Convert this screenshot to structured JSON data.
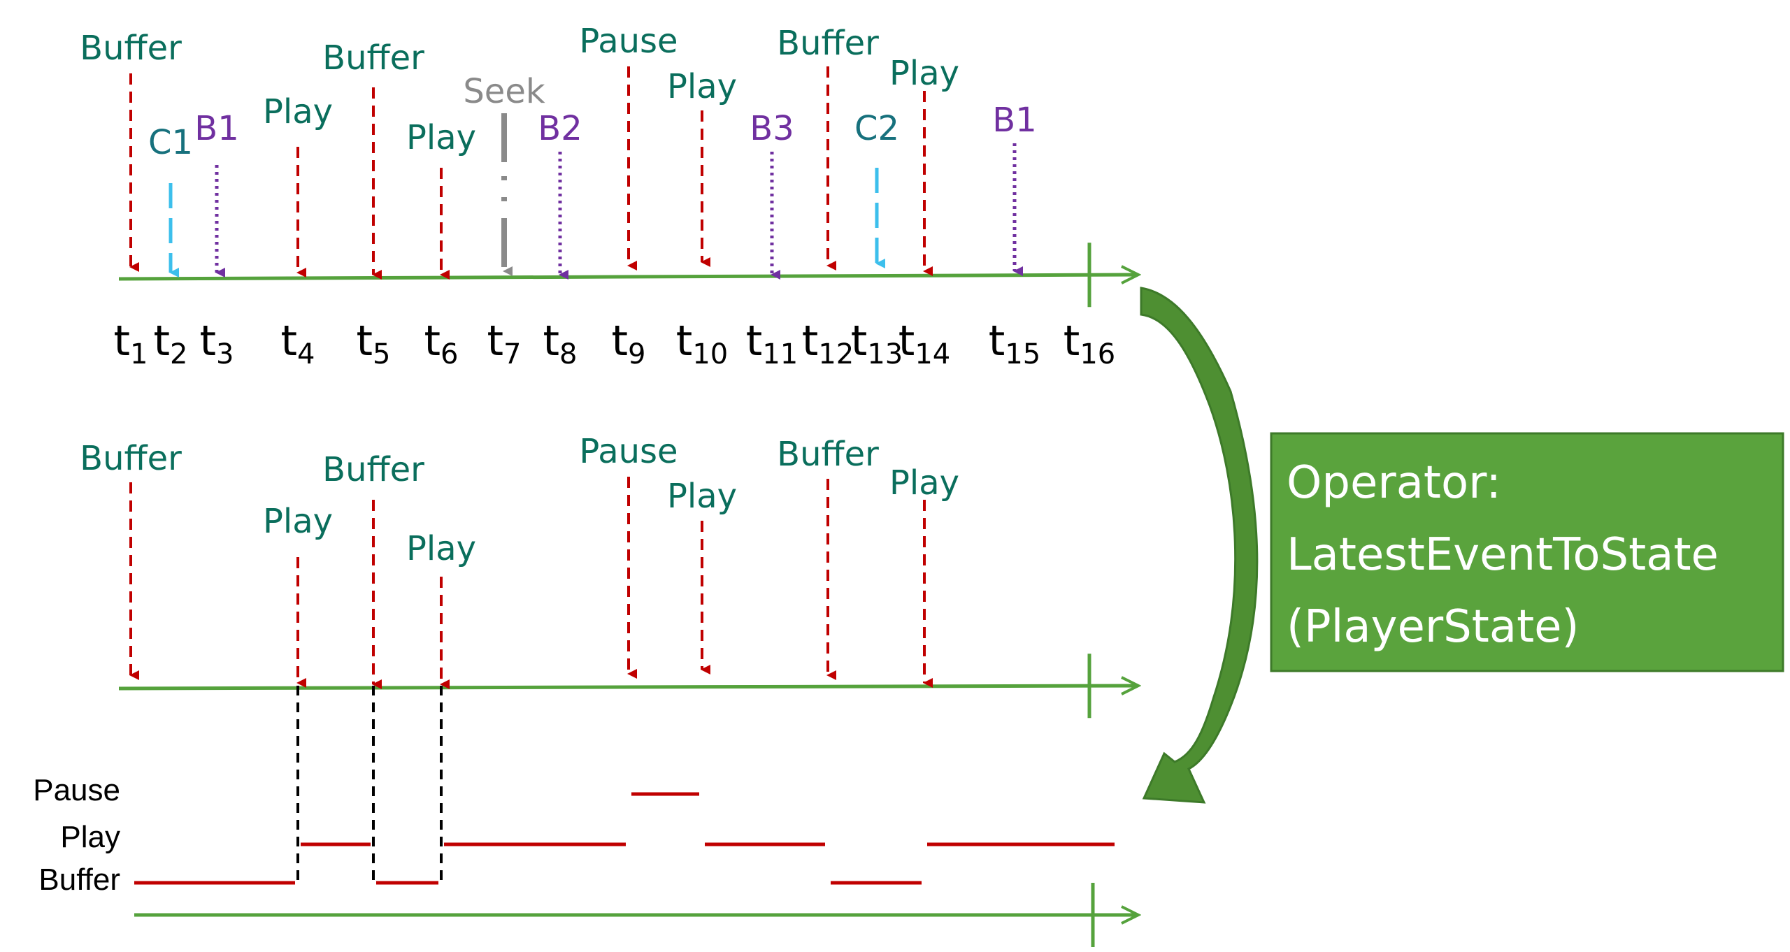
{
  "colors": {
    "axis": "#55a23c",
    "player_arrow": "#c00000",
    "player_label": "#0a6e5c",
    "cdn_arrow": "#3cbfec",
    "cdn_label": "#17717d",
    "bitrate_arrow": "#7030a0",
    "bitrate_label": "#7030a0",
    "seek": "#8a8a8a",
    "operator_fill": "#5aa33d",
    "operator_border": "#3d7a29",
    "curve_arrow": "#4e8f32",
    "state_line": "#c00000",
    "state_guide": "#000000"
  },
  "input_events": [
    {
      "label": "Buffer",
      "kind": "player",
      "t": 1
    },
    {
      "label": "C1",
      "kind": "cdn",
      "t": 2
    },
    {
      "label": "B1",
      "kind": "bitrate",
      "t": 3
    },
    {
      "label": "Play",
      "kind": "player",
      "t": 4
    },
    {
      "label": "Buffer",
      "kind": "player",
      "t": 5
    },
    {
      "label": "Play",
      "kind": "player",
      "t": 6
    },
    {
      "label": "Seek",
      "kind": "seek",
      "t": 7
    },
    {
      "label": "B2",
      "kind": "bitrate",
      "t": 8
    },
    {
      "label": "Pause",
      "kind": "player",
      "t": 9
    },
    {
      "label": "Play",
      "kind": "player",
      "t": 10
    },
    {
      "label": "B3",
      "kind": "bitrate",
      "t": 11
    },
    {
      "label": "Buffer",
      "kind": "player",
      "t": 12
    },
    {
      "label": "C2",
      "kind": "cdn",
      "t": 13
    },
    {
      "label": "Play",
      "kind": "player",
      "t": 14
    },
    {
      "label": "B1",
      "kind": "bitrate",
      "t": 15
    }
  ],
  "time_labels": [
    {
      "base": "t",
      "sub": "1"
    },
    {
      "base": "t",
      "sub": "2"
    },
    {
      "base": "t",
      "sub": "3"
    },
    {
      "base": "t",
      "sub": "4"
    },
    {
      "base": "t",
      "sub": "5"
    },
    {
      "base": "t",
      "sub": "6"
    },
    {
      "base": "t",
      "sub": "7"
    },
    {
      "base": "t",
      "sub": "8"
    },
    {
      "base": "t",
      "sub": "9"
    },
    {
      "base": "t",
      "sub": "10"
    },
    {
      "base": "t",
      "sub": "11"
    },
    {
      "base": "t",
      "sub": "12"
    },
    {
      "base": "t",
      "sub": "13"
    },
    {
      "base": "t",
      "sub": "14"
    },
    {
      "base": "t",
      "sub": "15"
    },
    {
      "base": "t",
      "sub": "16"
    }
  ],
  "filtered_events": [
    {
      "label": "Buffer",
      "t": 1
    },
    {
      "label": "Play",
      "t": 4
    },
    {
      "label": "Buffer",
      "t": 5
    },
    {
      "label": "Play",
      "t": 6
    },
    {
      "label": "Pause",
      "t": 9
    },
    {
      "label": "Play",
      "t": 10
    },
    {
      "label": "Buffer",
      "t": 12
    },
    {
      "label": "Play",
      "t": 14
    }
  ],
  "operator": {
    "line1": "Operator:",
    "line2": "LatestEventToState",
    "line3": "(PlayerState)"
  },
  "state_levels": [
    "Pause",
    "Play",
    "Buffer"
  ],
  "state_segments": [
    {
      "state": "Buffer",
      "from": 1,
      "to": 4
    },
    {
      "state": "Play",
      "from": 4,
      "to": 5
    },
    {
      "state": "Buffer",
      "from": 5,
      "to": 6
    },
    {
      "state": "Play",
      "from": 6,
      "to": 9
    },
    {
      "state": "Pause",
      "from": 9,
      "to": 10
    },
    {
      "state": "Play",
      "from": 10,
      "to": 12
    },
    {
      "state": "Buffer",
      "from": 12,
      "to": 14
    },
    {
      "state": "Play",
      "from": 14,
      "to": 16
    }
  ],
  "state_guides": [
    4,
    5,
    6
  ]
}
